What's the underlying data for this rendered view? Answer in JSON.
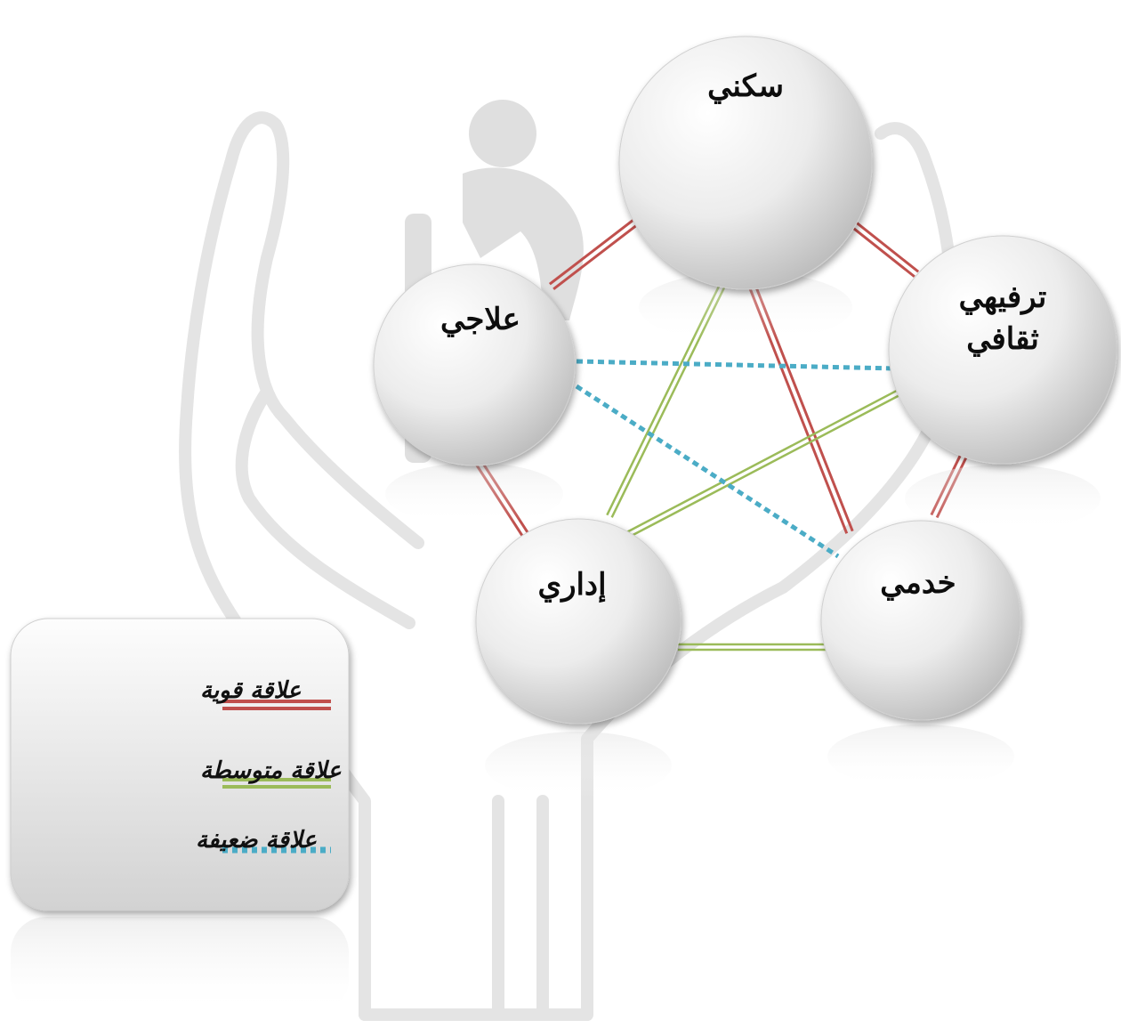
{
  "colors": {
    "strong": "#c0504d",
    "medium": "#9bbb59",
    "weak": "#4bacc6",
    "node_fill_light": "#ffffff",
    "node_fill_dark": "#c9c9c9",
    "background_art": "#e6e6e6"
  },
  "nodes": {
    "residential": {
      "label": "سكني"
    },
    "therapeutic": {
      "label": "علاجي"
    },
    "recreational": {
      "label_line1": "ترفيهي",
      "label_line2": "ثقافي"
    },
    "administrative": {
      "label": "إداري"
    },
    "service": {
      "label": "خدمي"
    }
  },
  "relations": [
    {
      "from": "residential",
      "to": "therapeutic",
      "strength": "strong"
    },
    {
      "from": "residential",
      "to": "recreational",
      "strength": "strong"
    },
    {
      "from": "residential",
      "to": "service",
      "strength": "strong"
    },
    {
      "from": "therapeutic",
      "to": "administrative",
      "strength": "strong"
    },
    {
      "from": "recreational",
      "to": "service",
      "strength": "strong"
    },
    {
      "from": "residential",
      "to": "administrative",
      "strength": "medium"
    },
    {
      "from": "recreational",
      "to": "administrative",
      "strength": "medium"
    },
    {
      "from": "administrative",
      "to": "service",
      "strength": "medium"
    },
    {
      "from": "therapeutic",
      "to": "recreational",
      "strength": "weak"
    },
    {
      "from": "therapeutic",
      "to": "service",
      "strength": "weak"
    }
  ],
  "legend": {
    "strong_label": "علاقة قوية",
    "medium_label": "علاقة متوسطة",
    "weak_label": "علاقة ضعيفة"
  }
}
